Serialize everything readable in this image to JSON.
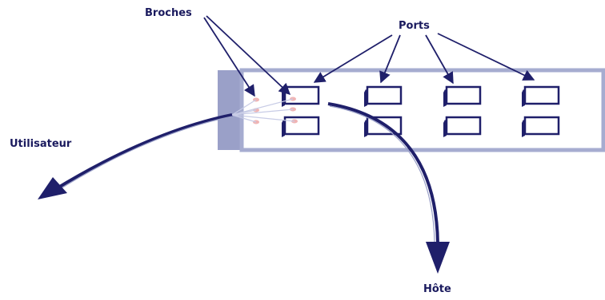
{
  "labels": {
    "broches": "Broches",
    "ports": "Ports",
    "utilisateur": "Utilisateur",
    "hote": "Hôte"
  },
  "colors": {
    "panel_fill": "#ffffff",
    "panel_border": "#a6acd0",
    "panel_side": "#9aa0c8",
    "port_dark": "#1f1f6a",
    "arrow": "#1f1f6a",
    "pin": "#f0b4b4"
  }
}
